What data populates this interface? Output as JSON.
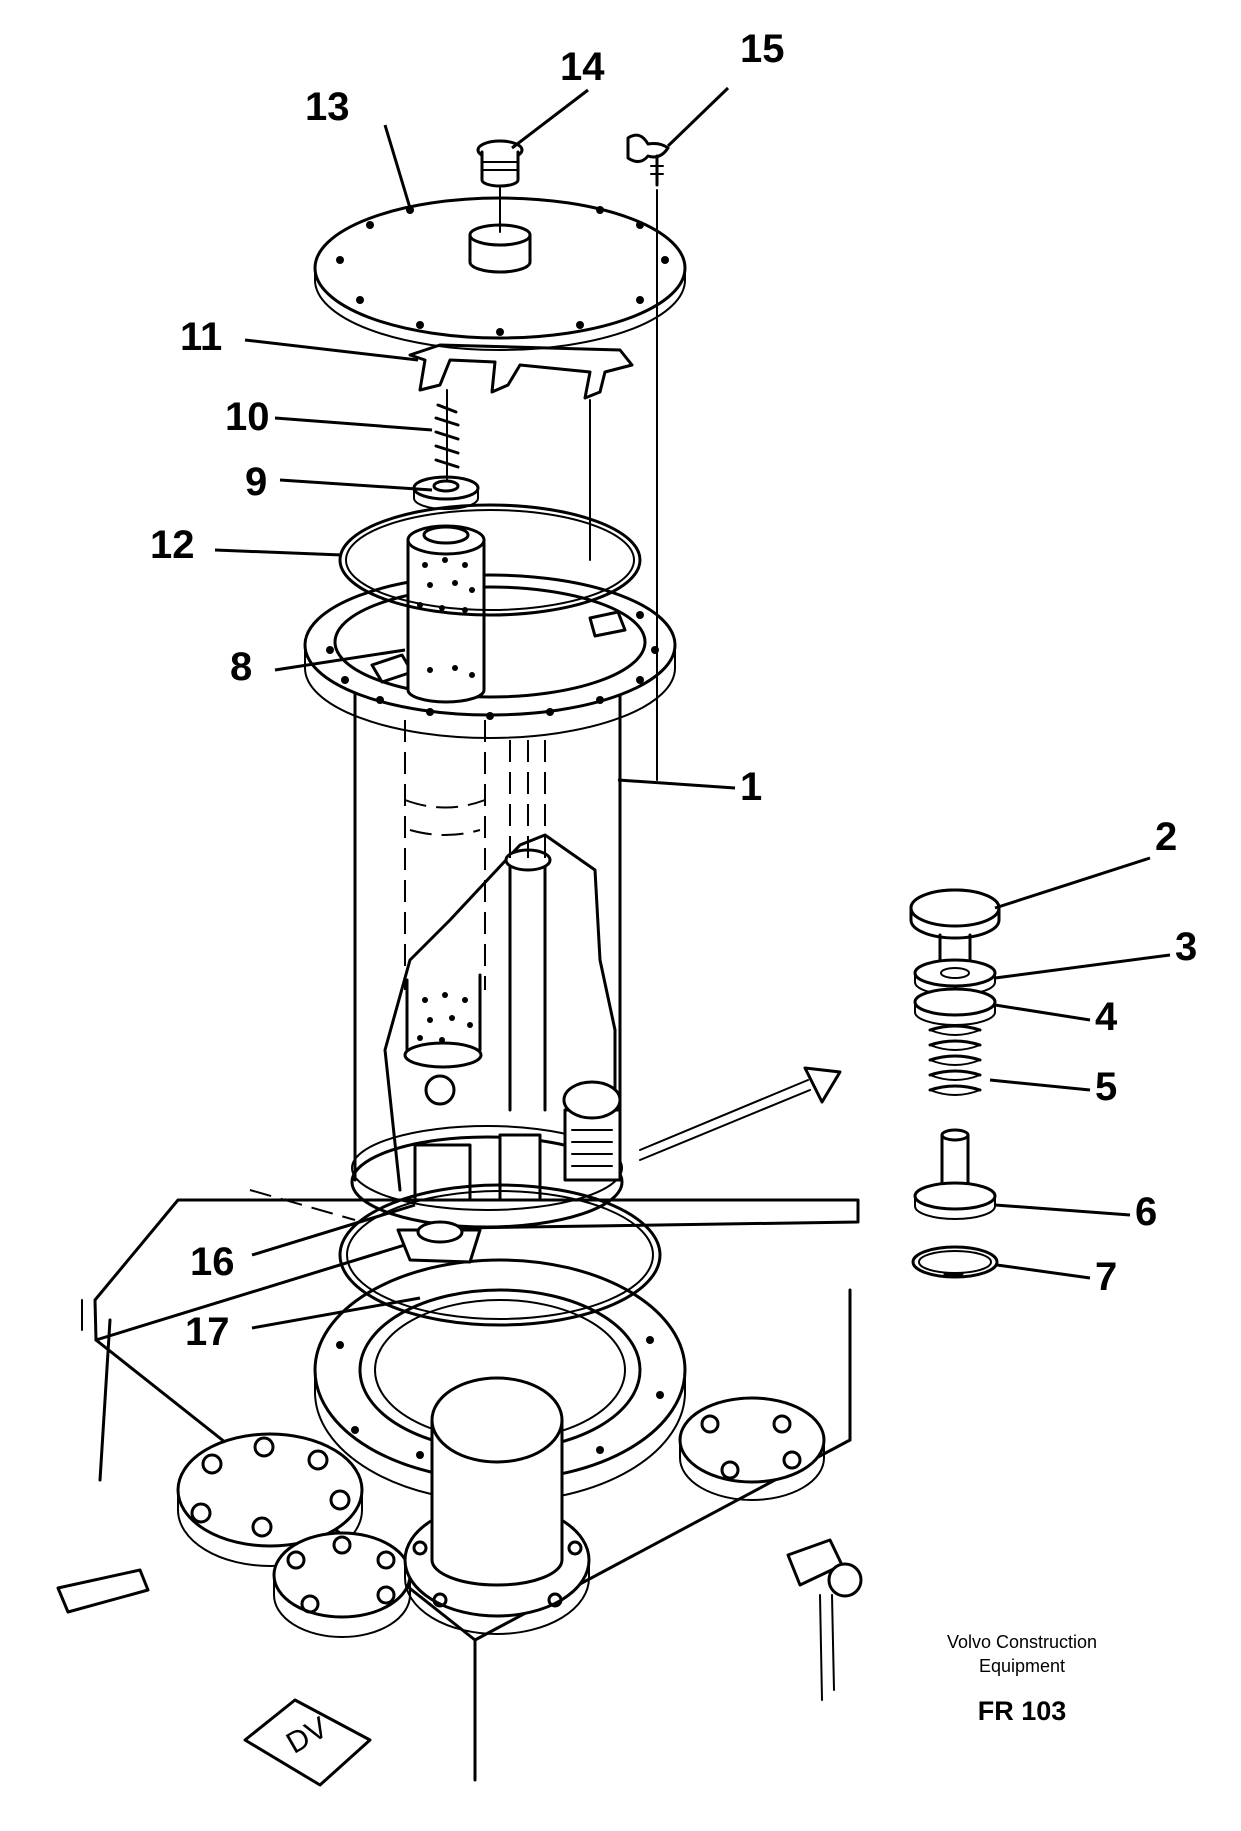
{
  "callouts": {
    "c1": "1",
    "c2": "2",
    "c3": "3",
    "c4": "4",
    "c5": "5",
    "c6": "6",
    "c7": "7",
    "c8": "8",
    "c9": "9",
    "c10": "10",
    "c11": "11",
    "c12": "12",
    "c13": "13",
    "c14": "14",
    "c15": "15",
    "c16": "16",
    "c17": "17"
  },
  "caption": {
    "line1": "Volvo Construction",
    "line2": "Equipment",
    "code": "FR 103"
  }
}
